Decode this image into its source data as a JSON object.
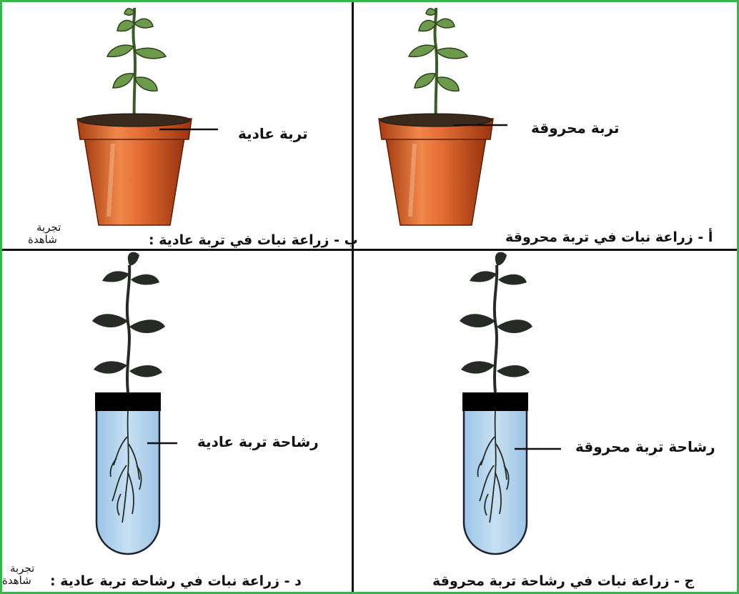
{
  "panels": {
    "a": {
      "caption": "أ - زراعة نبات في تربة محروقة",
      "label": "تربة محروقة"
    },
    "b": {
      "caption": "ب - زراعة نبات في تربة عادية :",
      "label": "تربة عادية",
      "control_line1": "تجربة",
      "control_line2": "شاهدة"
    },
    "c": {
      "caption": "ج - زراعة نبات في رشاحة تربة محروقة",
      "label": "رشاحة تربة محروقة"
    },
    "d": {
      "caption": "د - زراعة نبات في رشاحة تربة عادية :",
      "label": "رشاحة تربة عادية",
      "control_line1": "تجربة",
      "control_line2": "شاهدة"
    }
  },
  "colors": {
    "frame": "#3cb44a",
    "pot": "#d9652a",
    "soil": "#3a2a1c",
    "leaf": "#262b26",
    "liquid": "#b5d4ec",
    "stopper": "#000000"
  },
  "icons": [
    "potted-plant-icon",
    "test-tube-plant-icon"
  ]
}
